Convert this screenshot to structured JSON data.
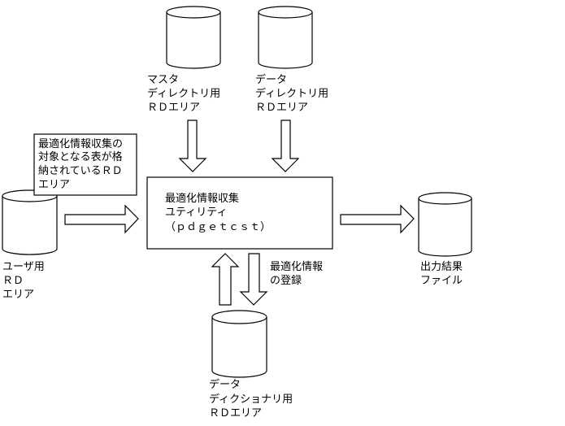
{
  "master_dir": {
    "lines": [
      "マスタ",
      "ディレクトリ用",
      "ＲＤエリア"
    ]
  },
  "data_dir": {
    "lines": [
      "データ",
      "ディレクトリ用",
      "ＲＤエリア"
    ]
  },
  "note": {
    "lines": [
      "最適化情報収集の",
      "対象となる表が格",
      "納されているＲＤ",
      "エリア"
    ]
  },
  "utility": {
    "lines": [
      "最適化情報収集",
      "ユティリティ",
      "（ｐｄｇｅｔｃｓｔ）"
    ]
  },
  "user_rd": {
    "lines": [
      "ユーザ用",
      "ＲＤ",
      "エリア"
    ]
  },
  "output": {
    "lines": [
      "出力結果",
      "ファイル"
    ]
  },
  "register": {
    "lines": [
      "最適化情報",
      "の登録"
    ]
  },
  "dictionary": {
    "lines": [
      "データ",
      "ディクショナリ用",
      "ＲＤエリア"
    ]
  }
}
